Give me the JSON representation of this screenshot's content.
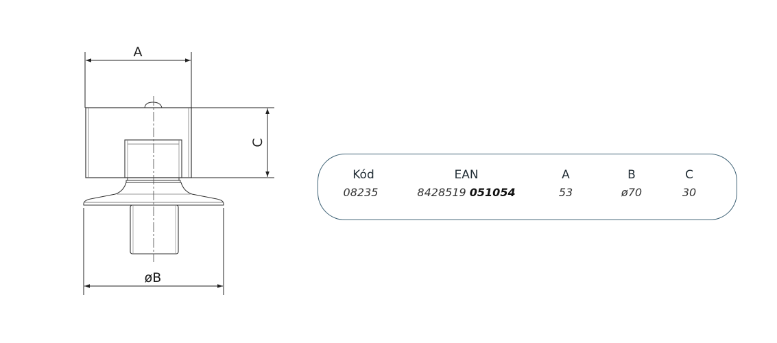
{
  "drawing": {
    "label_a": "A",
    "label_b": "øB",
    "label_c": "C"
  },
  "spec_table": {
    "headers": {
      "code": "Kód",
      "ean": "EAN",
      "a": "A",
      "b": "B",
      "c": "C"
    },
    "row": {
      "code": "08235",
      "ean_prefix": "8428519",
      "ean_suffix": "051054",
      "a": "53",
      "b": "ø70",
      "c": "30"
    }
  }
}
